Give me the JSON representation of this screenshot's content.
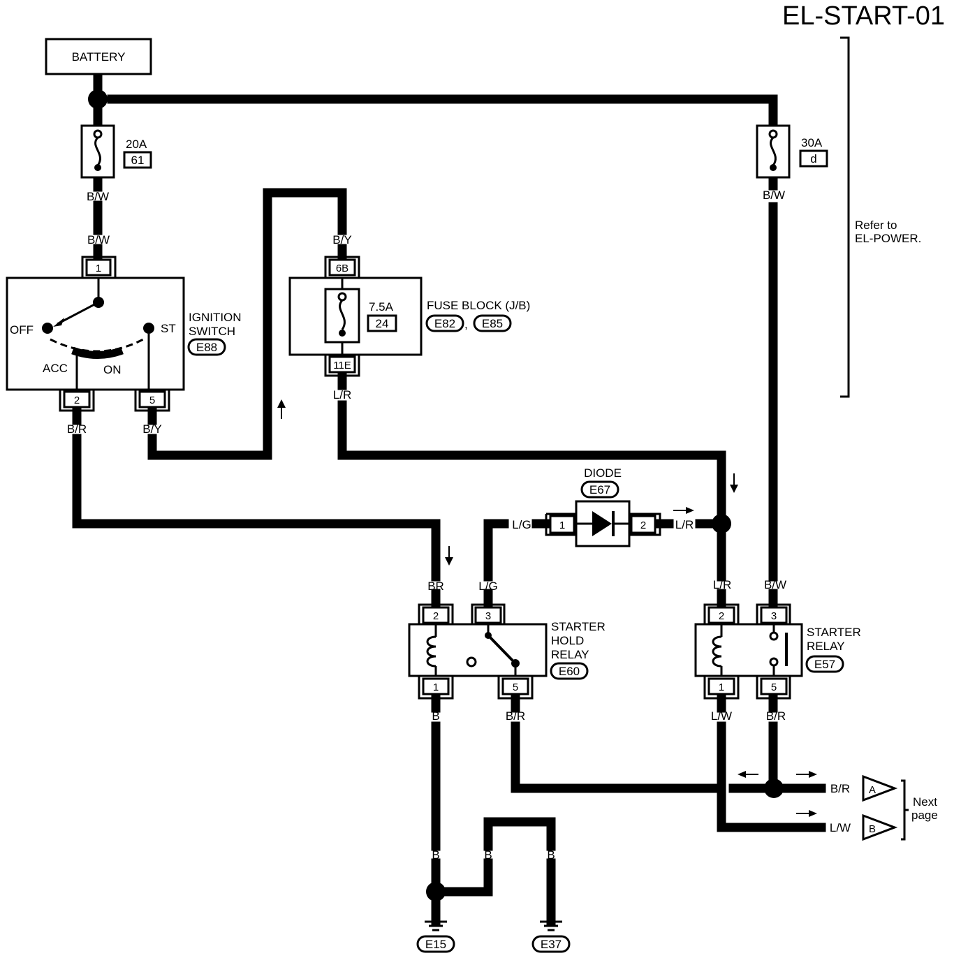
{
  "title": "EL-START-01",
  "battery": "BATTERY",
  "fuse_left": {
    "rating": "20A",
    "number": "61"
  },
  "fuse_right": {
    "rating": "30A",
    "number": "d"
  },
  "refer": {
    "line1": "Refer to",
    "line2": "EL-POWER."
  },
  "ignition": {
    "name1": "IGNITION",
    "name2": "SWITCH",
    "connector": "E88",
    "pos_off": "OFF",
    "pos_acc": "ACC",
    "pos_on": "ON",
    "pos_st": "ST",
    "pin_in": "1",
    "pin_acc": "2",
    "pin_st": "5"
  },
  "fuse_block": {
    "name": "FUSE BLOCK (J/B)",
    "connector1": "E82",
    "sep": ",",
    "connector2": "E85",
    "rating": "7.5A",
    "number": "24",
    "pin_in": "6B",
    "pin_out": "11E"
  },
  "diode": {
    "name": "DIODE",
    "connector": "E67",
    "pin1": "1",
    "pin2": "2"
  },
  "hold_relay": {
    "name1": "STARTER",
    "name2": "HOLD",
    "name3": "RELAY",
    "connector": "E60",
    "pin2": "2",
    "pin3": "3",
    "pin1": "1",
    "pin5": "5"
  },
  "starter_relay": {
    "name1": "STARTER",
    "name2": "RELAY",
    "connector": "E57",
    "pin2": "2",
    "pin3": "3",
    "pin1": "1",
    "pin5": "5"
  },
  "wires": {
    "bw1": "B/W",
    "bw2": "B/W",
    "bw3": "B/W",
    "bw4": "B/W",
    "by1": "B/Y",
    "by2": "B/Y",
    "br1": "B/R",
    "br2": "BR",
    "br3": "B/R",
    "br4": "B/R",
    "br5": "B/R",
    "lr1": "L/R",
    "lr2": "L/R",
    "lr3": "L/R",
    "lg1": "L/G",
    "lg2": "L/G",
    "b1": "B",
    "b2": "B",
    "b3": "B",
    "b4": "B",
    "lw1": "L/W",
    "lw2": "L/W"
  },
  "connectors": {
    "a": "A",
    "b": "B",
    "next1": "Next",
    "next2": "page"
  },
  "grounds": {
    "g1": "E15",
    "g2": "E37"
  }
}
